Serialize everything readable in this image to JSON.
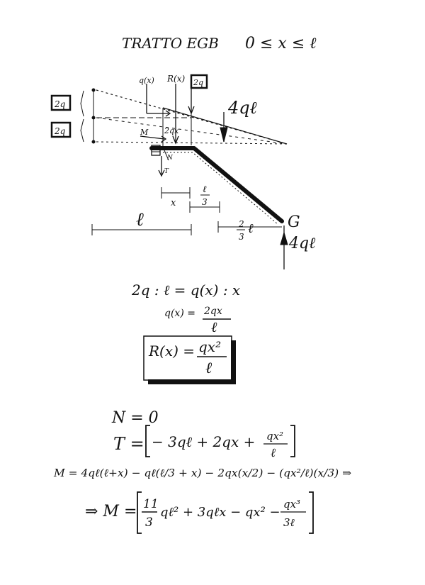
{
  "header": {
    "title": "TRATTO EGB",
    "range": "0 ≤ x ≤ ℓ"
  },
  "diagram": {
    "load_qx": "q(x)",
    "resultant_Rx": "R(x)",
    "box_label": "2q",
    "top_box": "2q",
    "mid_box": "2q",
    "load_4ql": "4qℓ",
    "label_2qx": "2qx",
    "label_M": "M",
    "label_N": "N",
    "label_T": "T",
    "dim_x": "x",
    "dim_l3_num": "ℓ",
    "dim_l3_den": "3",
    "dim_l": "ℓ",
    "dim_2_3": "2",
    "dim_2_3_den": "3",
    "dim_2_3_l": "ℓ",
    "point_G": "G",
    "force_G": "4qℓ"
  },
  "equations": {
    "proportion": "2q : ℓ = q(x) : x",
    "qx_lhs": "q(x) =",
    "qx_num": "2qx",
    "qx_den": "ℓ",
    "Rx_lhs": "R(x) =",
    "Rx_num": "qx²",
    "Rx_den": "ℓ",
    "N_eq": "N = 0",
    "T_lhs": "T =",
    "T_body": "− 3qℓ + 2qx +",
    "T_num": "qx²",
    "T_den": "ℓ",
    "M_line": "M = 4qℓ(ℓ+x) − qℓ(ℓ/3 + x) − 2qx(x/2) − (qx²/ℓ)(x/3) ⇒",
    "M_final_prefix": "⇒ M =",
    "M_f1_num": "11",
    "M_f1_den": "3",
    "M_final_mid": "qℓ² + 3qℓx − qx² −",
    "M_f2_num": "qx³",
    "M_f2_den": "3ℓ"
  }
}
